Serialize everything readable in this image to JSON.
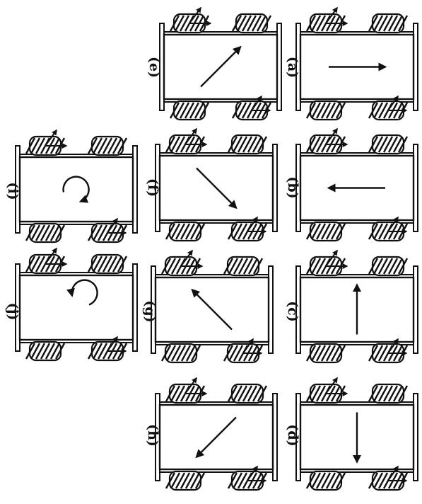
{
  "figure": {
    "panels": [
      {
        "id": "a",
        "label": "(a)",
        "body_arrow": "right",
        "rotation": "none"
      },
      {
        "id": "b",
        "label": "(b)",
        "body_arrow": "left",
        "rotation": "none"
      },
      {
        "id": "c",
        "label": "(c)",
        "body_arrow": "up",
        "rotation": "none"
      },
      {
        "id": "d",
        "label": "(d)",
        "body_arrow": "down",
        "rotation": "none"
      },
      {
        "id": "e",
        "label": "(e)",
        "body_arrow": "up-right",
        "rotation": "none"
      },
      {
        "id": "f",
        "label": "(f)",
        "body_arrow": "down-right",
        "rotation": "none"
      },
      {
        "id": "g",
        "label": "(g)",
        "body_arrow": "up-left",
        "rotation": "none"
      },
      {
        "id": "h",
        "label": "(h)",
        "body_arrow": "down-left",
        "rotation": "none"
      },
      {
        "id": "i",
        "label": "(i)",
        "body_arrow": "none",
        "rotation": "clockwise"
      },
      {
        "id": "j",
        "label": "(j)",
        "body_arrow": "none",
        "rotation": "counter-clockwise"
      }
    ],
    "colors": {
      "ink": "#111111",
      "background": "#ffffff",
      "body_fill": "#ffffff"
    },
    "wheel_style": "mecanum-rollers"
  }
}
